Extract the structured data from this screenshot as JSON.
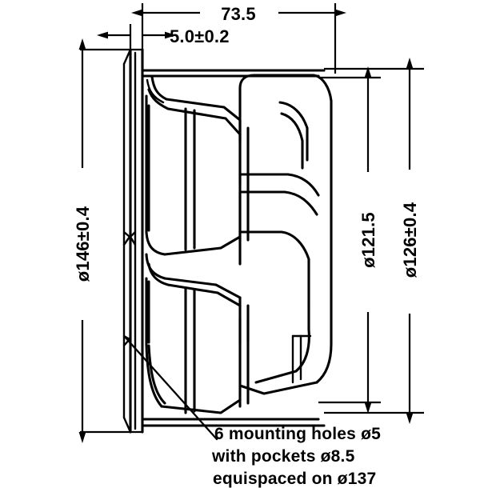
{
  "drawing": {
    "title": "Loudspeaker cross-section dimensional drawing",
    "units": "mm",
    "line_color": "#000000",
    "background_color": "#ffffff"
  },
  "dimensions": {
    "overall_depth": {
      "label": "73.5",
      "orientation": "horizontal",
      "position": "top"
    },
    "flange_thickness": {
      "label": "5.0±0.2",
      "orientation": "horizontal",
      "position": "top"
    },
    "frame_outer_diameter": {
      "label": "ø146±0.4",
      "orientation": "vertical",
      "position": "left"
    },
    "cone_diameter": {
      "label": "ø121.5",
      "orientation": "vertical",
      "position": "right-inner"
    },
    "bolt_flange_diameter": {
      "label": "ø126±0.4",
      "orientation": "vertical",
      "position": "right-outer"
    }
  },
  "notes": {
    "mounting_note_lines": [
      "6 mounting holes ø5",
      "with pockets ø8.5",
      "equispaced on ø137"
    ]
  }
}
